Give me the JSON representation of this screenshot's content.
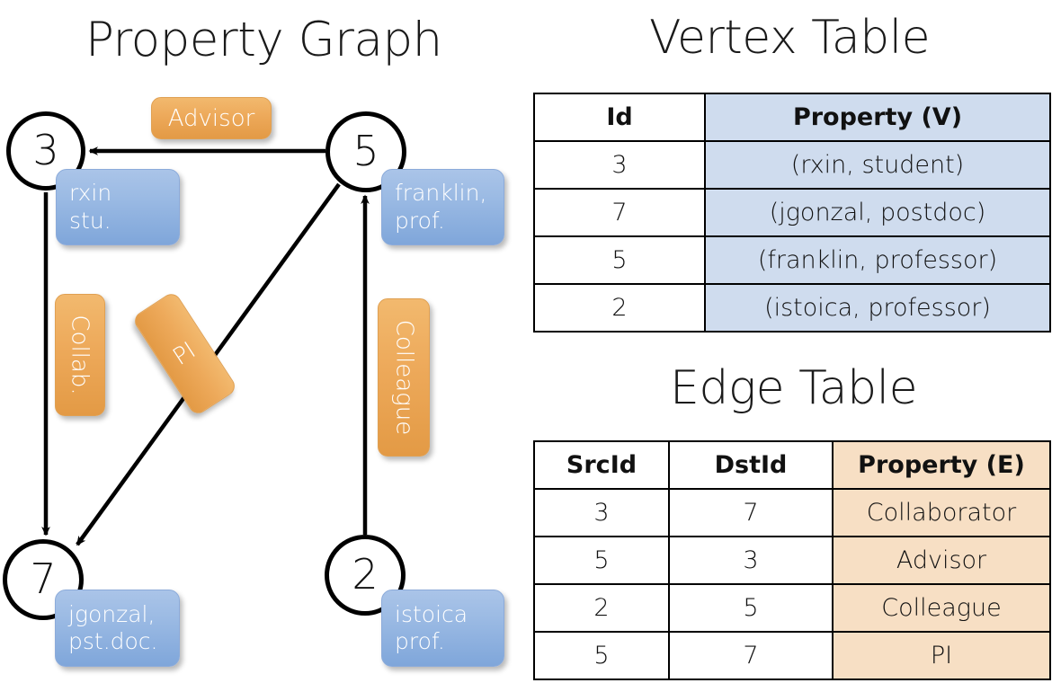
{
  "titles": {
    "property_graph": "Property Graph",
    "vertex_table": "Vertex Table",
    "edge_table": "Edge Table"
  },
  "colors": {
    "vertex_accent": "#cfdcee",
    "edge_accent": "#f7dfc4",
    "node_box_blue": "#9cbbe4",
    "edge_label_orange": "#eda95a"
  },
  "graph": {
    "nodes": [
      {
        "id": "3",
        "property_line1": "rxin",
        "property_line2": "stu."
      },
      {
        "id": "5",
        "property_line1": "franklin,",
        "property_line2": "prof."
      },
      {
        "id": "7",
        "property_line1": "jgonzal,",
        "property_line2": "pst.doc."
      },
      {
        "id": "2",
        "property_line1": "istoica",
        "property_line2": "prof."
      }
    ],
    "edge_labels": [
      {
        "text": "Advisor",
        "orientation": "horizontal"
      },
      {
        "text": "Collab.",
        "orientation": "vertical"
      },
      {
        "text": "PI",
        "orientation": "diagonal"
      },
      {
        "text": "Colleague",
        "orientation": "vertical"
      }
    ]
  },
  "vertex_table": {
    "headers": [
      "Id",
      "Property (V)"
    ],
    "rows": [
      {
        "id": "3",
        "property": "(rxin, student)"
      },
      {
        "id": "7",
        "property": "(jgonzal, postdoc)"
      },
      {
        "id": "5",
        "property": "(franklin, professor)"
      },
      {
        "id": "2",
        "property": "(istoica, professor)"
      }
    ]
  },
  "edge_table": {
    "headers": [
      "SrcId",
      "DstId",
      "Property (E)"
    ],
    "rows": [
      {
        "src": "3",
        "dst": "7",
        "property": "Collaborator"
      },
      {
        "src": "5",
        "dst": "3",
        "property": "Advisor"
      },
      {
        "src": "2",
        "dst": "5",
        "property": "Colleague"
      },
      {
        "src": "5",
        "dst": "7",
        "property": "PI"
      }
    ]
  }
}
